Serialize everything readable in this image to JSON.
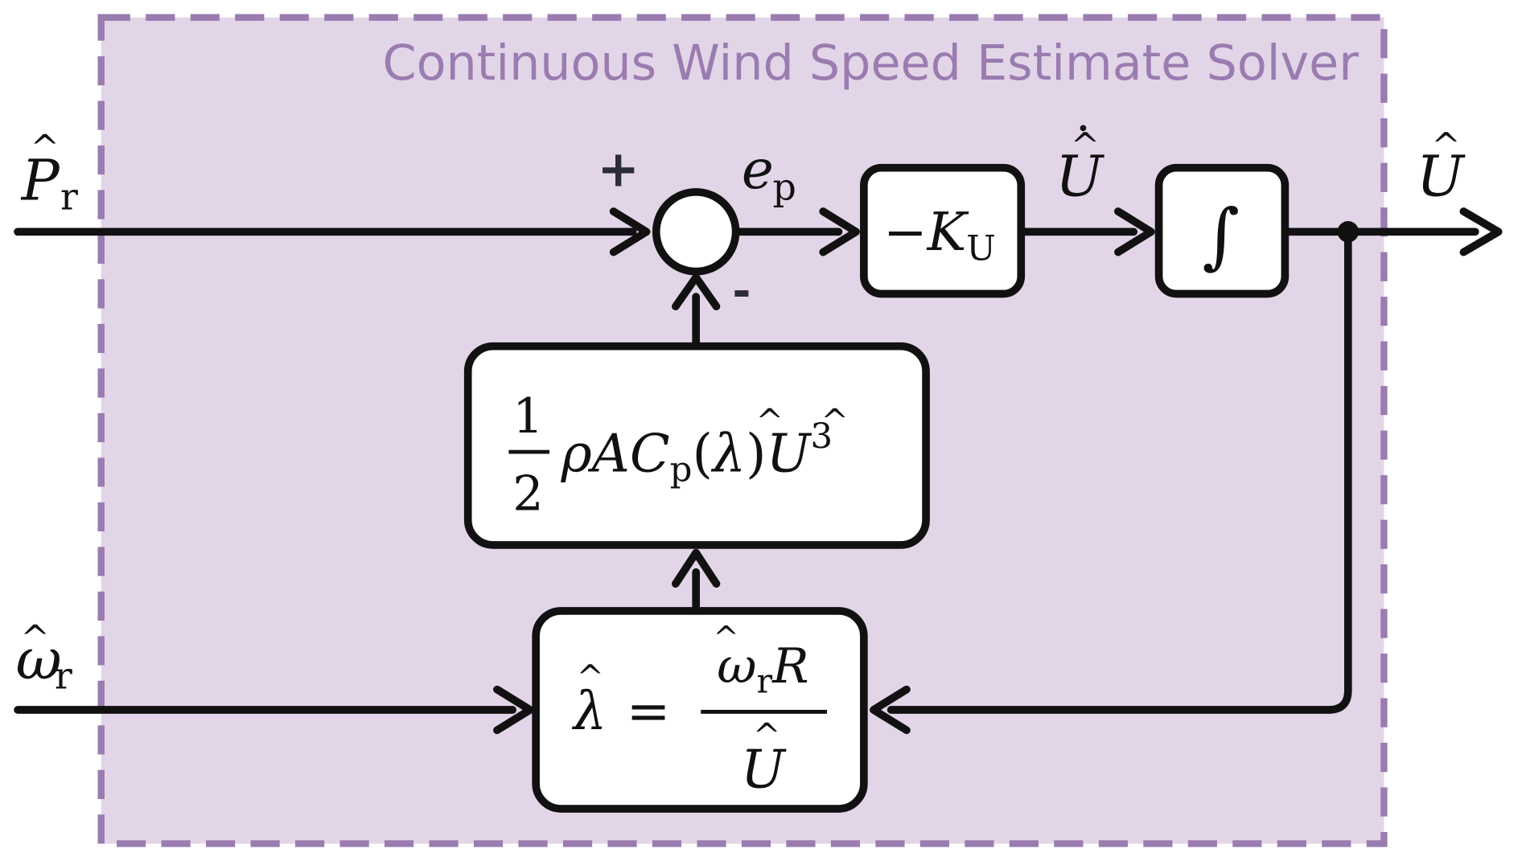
{
  "diagram": {
    "title": "Continuous Wind Speed Estimate Solver",
    "colors": {
      "region_fill": "#e3d5e8",
      "region_border": "#9a7cb0",
      "line": "#111111",
      "title": "#9a7cb0"
    },
    "inputs": {
      "power": {
        "symbol": "P",
        "accent": "^",
        "sub": "r"
      },
      "rotor_speed": {
        "symbol": "ω",
        "accent": "^",
        "sub": "r"
      }
    },
    "summing_junction": {
      "plus": "+",
      "minus": "-"
    },
    "error_signal": {
      "symbol": "e",
      "sub": "p"
    },
    "gain_block": {
      "minus": "−",
      "symbol": "K",
      "sub": "U"
    },
    "derivative_signal": {
      "symbol": "U",
      "accents": "^ ˙"
    },
    "integrator_block": {
      "symbol": "∫"
    },
    "output": {
      "symbol": "U",
      "accent": "^"
    },
    "power_block": {
      "numerator": "1",
      "denominator": "2",
      "rho_a": "ρA",
      "cp": "C",
      "cp_sub": "p",
      "open_paren": "(",
      "lambda": "λ",
      "close_paren": ")",
      "u": "U",
      "exponent": "3"
    },
    "tsr_block": {
      "lambda": "λ",
      "equals": "=",
      "num_omega": "ω",
      "num_sub": "r",
      "num_r": "R",
      "den_u": "U"
    },
    "hat_glyph": "^",
    "dot_glyph": "•"
  }
}
